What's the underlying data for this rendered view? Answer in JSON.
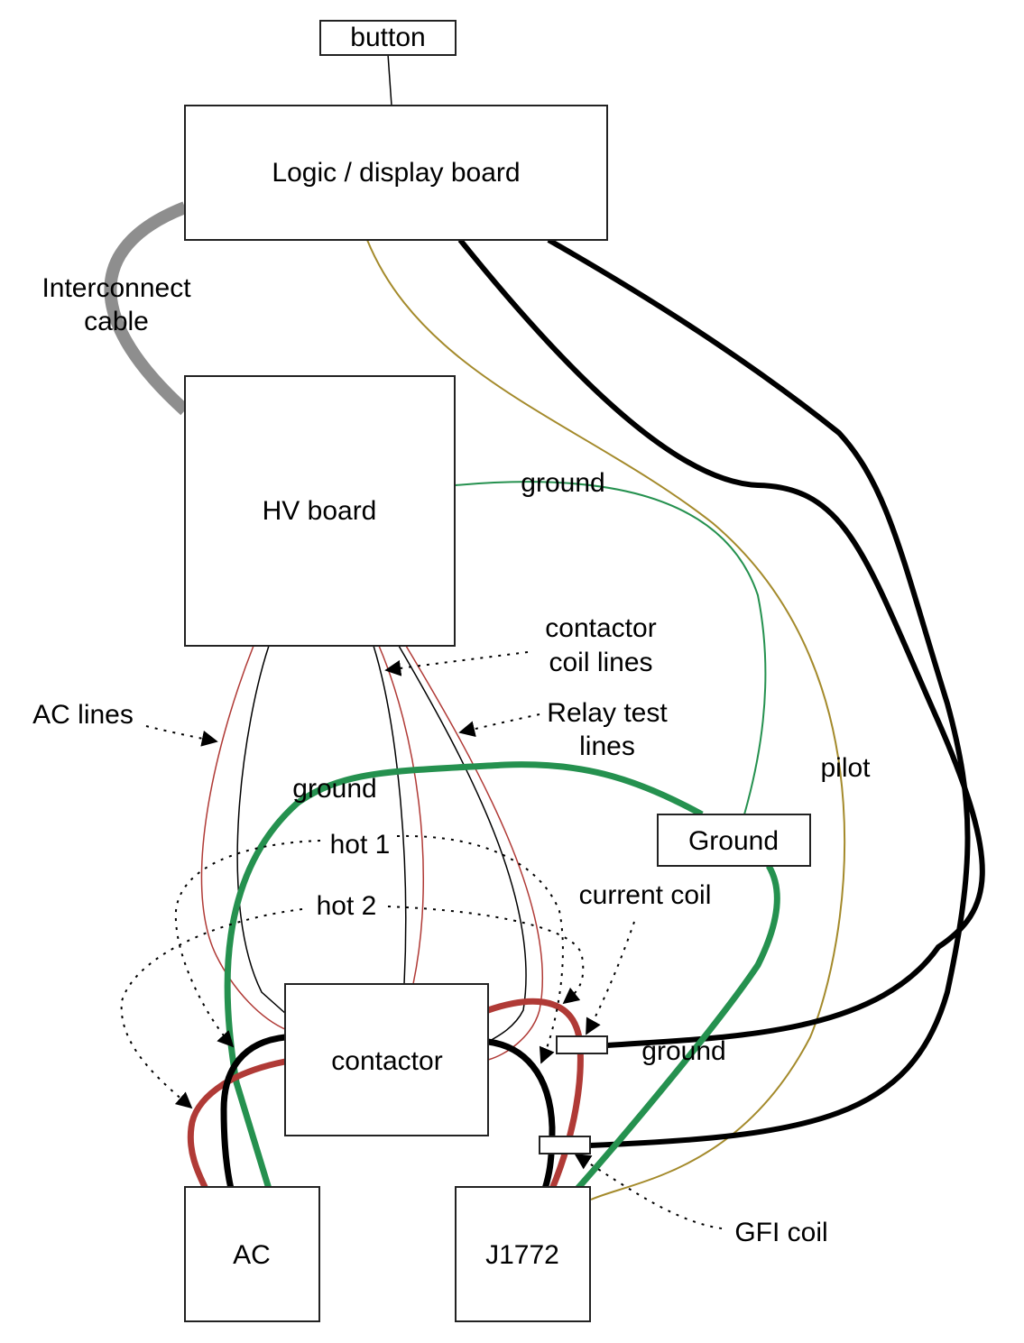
{
  "title": "EVSE wiring diagram",
  "colors": {
    "hot": "#b03a36",
    "neutral": "#000000",
    "ground": "#25914f",
    "pilot": "#a48a2b",
    "cable": "#8e8e8e"
  },
  "components": {
    "button": "button",
    "logic_board": "Logic / display board",
    "hv_board": "HV board",
    "contactor": "contactor",
    "ground_block": "Ground",
    "ac": "AC",
    "j1772": "J1772"
  },
  "labels": {
    "interconnect_1": "Interconnect",
    "interconnect_2": "cable",
    "ground_thin": "ground",
    "contactor_coil_1": "contactor",
    "contactor_coil_2": "coil lines",
    "relay_test_1": "Relay test",
    "relay_test_2": "lines",
    "ac_lines": "AC lines",
    "ground_thick": "ground",
    "hot1": "hot 1",
    "hot2": "hot 2",
    "current_coil": "current coil",
    "ground_coil": "ground",
    "pilot": "pilot",
    "gfi_coil": "GFI coil"
  }
}
